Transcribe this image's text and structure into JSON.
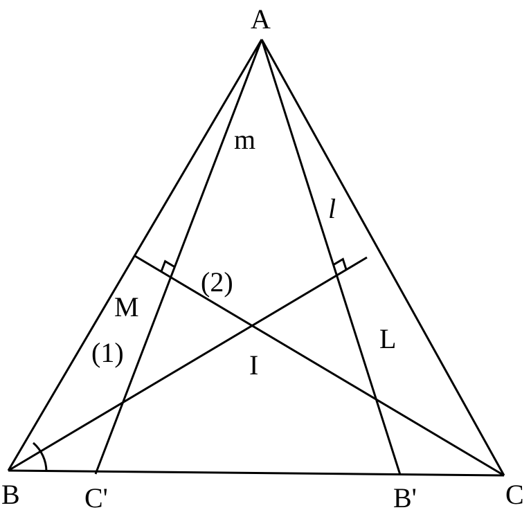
{
  "diagram": {
    "points": {
      "A": "A",
      "B": "B",
      "C": "C",
      "C_prime": "C'",
      "B_prime": "B'",
      "I": "I",
      "M": "M",
      "L": "L"
    },
    "line_labels": {
      "m": "m",
      "l": "l"
    },
    "angle_labels": {
      "one": "(1)",
      "two": "(2)"
    },
    "stroke_color": "#000000"
  }
}
